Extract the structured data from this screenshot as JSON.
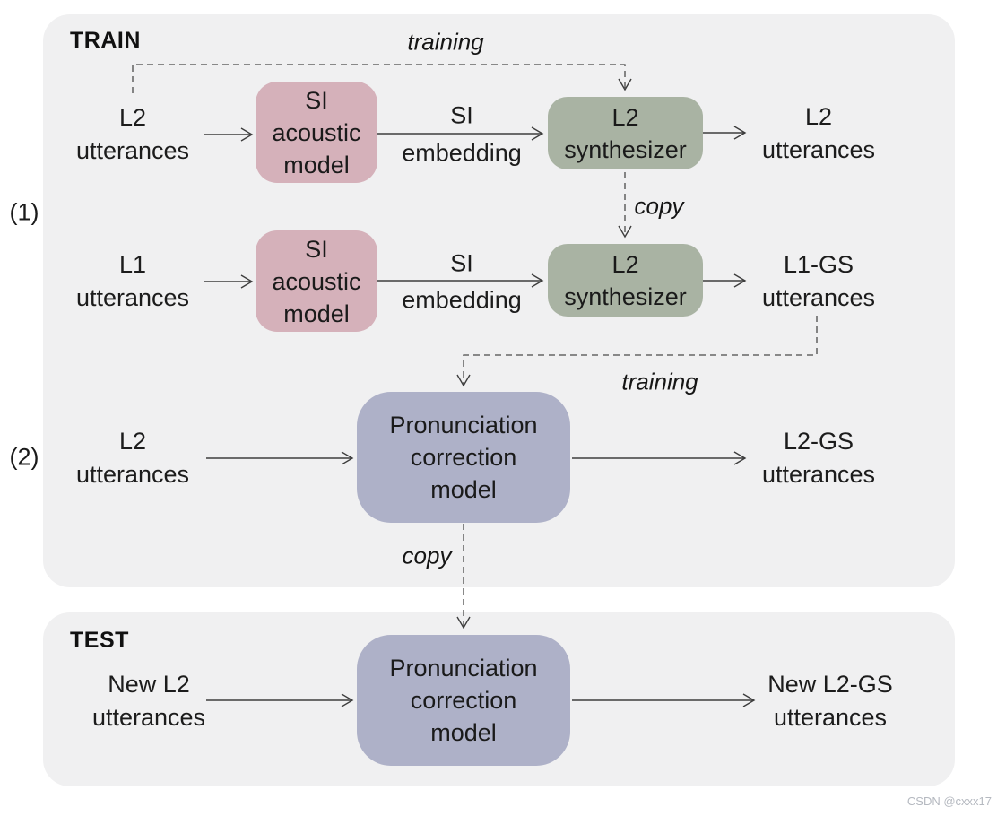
{
  "train": {
    "label": "TRAIN",
    "stage1_label": "(1)",
    "stage2_label": "(2)",
    "training_label_1": "training",
    "training_label_2": "training",
    "copy_label_1": "copy",
    "copy_label_2": "copy",
    "row1": {
      "input": "L2\nutterances",
      "acoustic_model": "SI\nacoustic\nmodel",
      "embedding_line1": "SI",
      "embedding_line2": "embedding",
      "synthesizer": "L2\nsynthesizer",
      "output": "L2\nutterances"
    },
    "row2": {
      "input": "L1\nutterances",
      "acoustic_model": "SI\nacoustic\nmodel",
      "embedding_line1": "SI",
      "embedding_line2": "embedding",
      "synthesizer": "L2\nsynthesizer",
      "output": "L1-GS\nutterances"
    },
    "row3": {
      "input": "L2\nutterances",
      "model": "Pronunciation\ncorrection\nmodel",
      "output": "L2-GS\nutterances"
    }
  },
  "test": {
    "label": "TEST",
    "input": "New L2\nutterances",
    "model": "Pronunciation\ncorrection\nmodel",
    "output": "New L2-GS\nutterances"
  },
  "watermark": "CSDN @cxxx17",
  "colors": {
    "panel_bg": "#f0f0f1",
    "acoustic_box": "#d5b1ba",
    "synth_box": "#a9b3a3",
    "correction_box": "#aeb1c8",
    "text": "#1c1c1c",
    "arrow": "#3d3d3d",
    "dashed_arrow": "#4a4a4a",
    "watermark": "#b5b9c0"
  }
}
